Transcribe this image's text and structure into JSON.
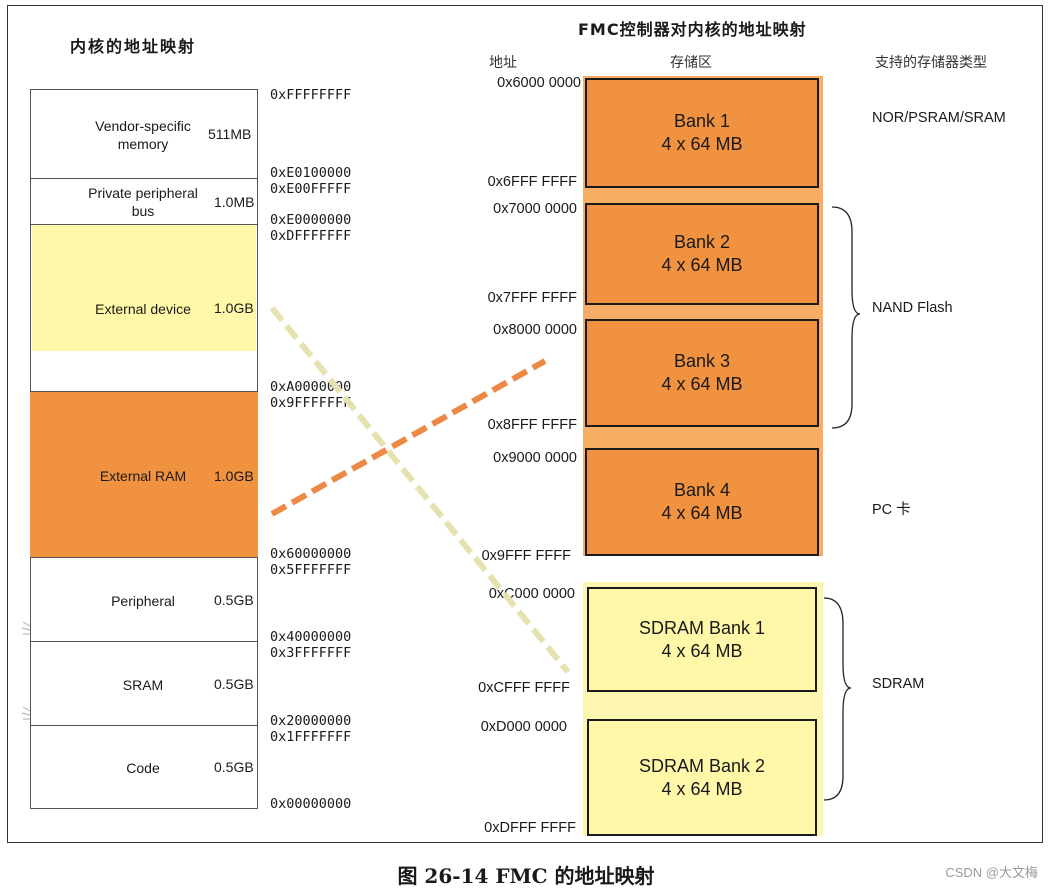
{
  "left": {
    "title": "内核的地址映射",
    "regions": [
      {
        "name": "Vendor-specific memory",
        "size": "511MB"
      },
      {
        "name": "Private peripheral bus",
        "size": "1.0MB"
      },
      {
        "name": "External device",
        "size": "1.0GB"
      },
      {
        "name": "External RAM",
        "size": "1.0GB"
      },
      {
        "name": "Peripheral",
        "size": "0.5GB"
      },
      {
        "name": "SRAM",
        "size": "0.5GB"
      },
      {
        "name": "Code",
        "size": "0.5GB"
      }
    ],
    "addresses": [
      "0xFFFFFFFF",
      "0xE0100000",
      "0xE00FFFFF",
      "0xE0000000",
      "0xDFFFFFFF",
      "0xA0000000",
      "0x9FFFFFFF",
      "0x60000000",
      "0x5FFFFFFF",
      "0x40000000",
      "0x3FFFFFFF",
      "0x20000000",
      "0x1FFFFFFF",
      "0x00000000"
    ]
  },
  "right": {
    "title": "FMC控制器对内核的地址映射",
    "col_address": "地址",
    "col_storage": "存储区",
    "col_types": "支持的存储器类型",
    "banks": [
      {
        "name": "Bank 1",
        "size": "4 x 64 MB"
      },
      {
        "name": "Bank 2",
        "size": "4 x 64 MB"
      },
      {
        "name": "Bank 3",
        "size": "4 x 64 MB"
      },
      {
        "name": "Bank 4",
        "size": "4 x 64 MB"
      },
      {
        "name": "SDRAM Bank 1",
        "size": "4 x 64 MB"
      },
      {
        "name": "SDRAM Bank 2",
        "size": "4 x 64 MB"
      }
    ],
    "addresses": [
      "0x6000 0000",
      "0x6FFF FFFF",
      "0x7000 0000",
      "0x7FFF FFFF",
      "0x8000 0000",
      "0x8FFF FFFF",
      "0x9000 0000",
      "0x9FFF FFFF",
      "0xC000 0000",
      "0xCFFF FFFF",
      "0xD000 0000",
      "0xDFFF FFFF"
    ],
    "types": [
      "NOR/PSRAM/SRAM",
      "NAND Flash",
      "PC 卡",
      "SDRAM"
    ]
  },
  "colors": {
    "external_ram": "#f0923f",
    "external_device": "#fff8a8",
    "bank": "#f0923f",
    "sdram_bank": "#fff8a8"
  },
  "caption": "图 26-14 FMC 的地址映射",
  "watermark": "CSDN @大文梅"
}
